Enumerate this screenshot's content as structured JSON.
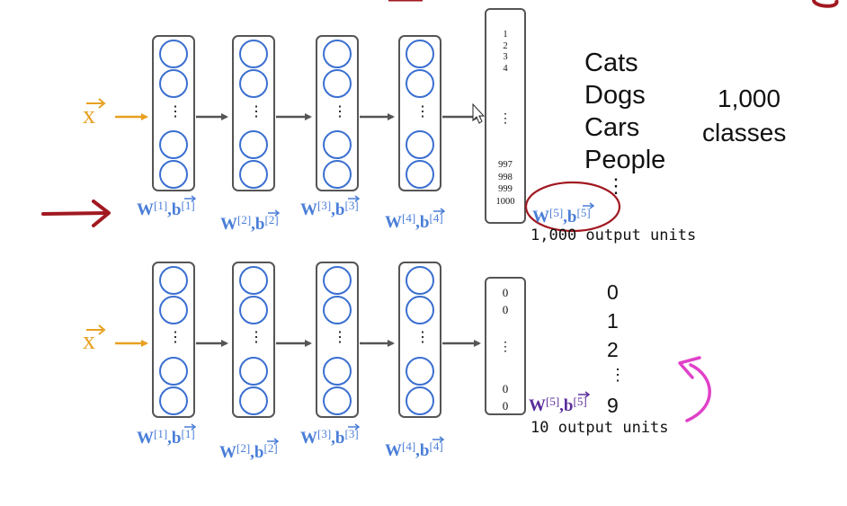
{
  "network_1": {
    "input_label": "x",
    "layer_labels": [
      {
        "w": "W",
        "w_sup": "[1]",
        "sep": ",",
        "b": "b",
        "b_sup": "[1]"
      },
      {
        "w": "W",
        "w_sup": "[2]",
        "sep": ",",
        "b": "b",
        "b_sup": "[2]"
      },
      {
        "w": "W",
        "w_sup": "[3]",
        "sep": ",",
        "b": "b",
        "b_sup": "[3]"
      },
      {
        "w": "W",
        "w_sup": "[4]",
        "sep": ",",
        "b": "b",
        "b_sup": "[4]"
      }
    ],
    "output_vector_top": [
      "1",
      "2",
      "3",
      "4"
    ],
    "output_vector_dots": "⋮",
    "output_vector_bottom": [
      "997",
      "998",
      "999",
      "1000"
    ],
    "output_layer_label": {
      "w": "W",
      "w_sup": "[5]",
      "sep": ",",
      "b": "b",
      "b_sup": "[5]"
    },
    "output_units_text": "1,000 output units",
    "classes": [
      "Cats",
      "Dogs",
      "Cars",
      "People",
      "⋮"
    ],
    "class_count_line1": "1,000",
    "class_count_line2": "classes"
  },
  "network_2": {
    "input_label": "x",
    "layer_labels": [
      {
        "w": "W",
        "w_sup": "[1]",
        "sep": ",",
        "b": "b",
        "b_sup": "[1]"
      },
      {
        "w": "W",
        "w_sup": "[2]",
        "sep": ",",
        "b": "b",
        "b_sup": "[2]"
      },
      {
        "w": "W",
        "w_sup": "[3]",
        "sep": ",",
        "b": "b",
        "b_sup": "[3]"
      },
      {
        "w": "W",
        "w_sup": "[4]",
        "sep": ",",
        "b": "b",
        "b_sup": "[4]"
      }
    ],
    "output_vector_top": [
      "0",
      "0"
    ],
    "output_vector_dots": "⋮",
    "output_vector_bottom": [
      "0",
      "0"
    ],
    "output_layer_label": {
      "w": "W",
      "w_sup": "[5]",
      "sep": ",",
      "b": "b",
      "b_sup": "[5]"
    },
    "output_units_text": "10 output units",
    "digits": [
      "0",
      "1",
      "2",
      "⋮",
      "9"
    ]
  },
  "layer_dots": "⋮",
  "colors": {
    "neuron_stroke": "#3a6fd0",
    "layer_box": "#555555",
    "arrow_gray": "#555555",
    "input_orange": "#e8a020",
    "weight_blue": "#4a7ed8",
    "weight5_purple": "#5b2d9c",
    "red_annotation": "#a11820",
    "magenta_annotation": "#e040c8"
  }
}
